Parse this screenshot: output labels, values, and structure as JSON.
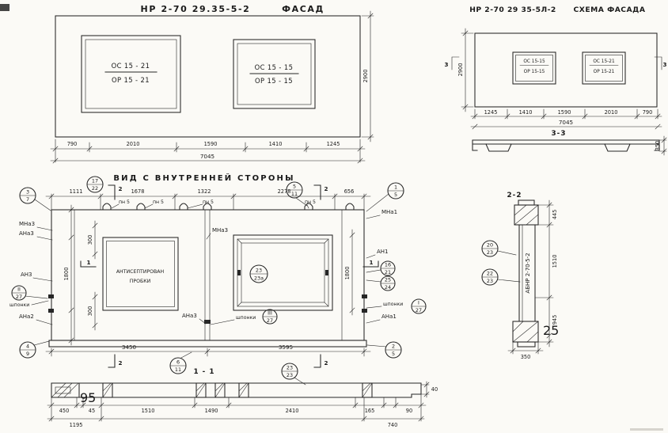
{
  "facade": {
    "code": "НР 2-70 29.35-5-2",
    "word": "ФАСАД",
    "winL1": "ОС 15 - 21",
    "winL2": "ОР 15 - 21",
    "winR1": "ОС 15 - 15",
    "winR2": "ОР 15 - 15",
    "height": "2900",
    "bottom": [
      "790",
      "2010",
      "1590",
      "1410",
      "1245"
    ],
    "total": "7045"
  },
  "scheme": {
    "code": "НР 2-70 29 35-5Л-2",
    "word": "СХЕМА ФАСАДА",
    "winL1": "ОС 15-15",
    "winL2": "ОР 15-15",
    "winR1": "ОС 15-21",
    "winR2": "ОР 15-21",
    "height": "2900",
    "bottom": [
      "1245",
      "1410",
      "1590",
      "2010",
      "790"
    ],
    "total": "7045",
    "marker": "3",
    "section_label": "3-3",
    "d350": "350"
  },
  "inner": {
    "title": "ВИД С ВНУТРЕННЕЙ СТОРОНЫ",
    "top": [
      "1111",
      "1678",
      "1322",
      "2278",
      "656"
    ],
    "bottom": [
      "3450",
      "3595"
    ],
    "d1800": "1800",
    "d300": "300",
    "plug1": "АНТИСЕПТИРОВАН",
    "plug2": "ПРОБКИ",
    "lbl": {
      "mna3": "МНа3",
      "ana3": "АНа3",
      "an3": "АН3",
      "ana2": "АНа2",
      "mna1": "МНа1",
      "an1": "АН1",
      "ana1": "АНа1",
      "shponki": "шпонки",
      "pn5": "пн 5"
    },
    "marker1": "1",
    "marker2": "2",
    "co": {
      "c17_22": {
        "t": "17",
        "b": "22"
      },
      "c3_7": {
        "t": "3",
        "b": "7"
      },
      "c5_11": {
        "t": "5",
        "b": "11"
      },
      "c1_5": {
        "t": "1",
        "b": "5"
      },
      "c23_23a": {
        "t": "23",
        "b": "23а"
      },
      "c16_21": {
        "t": "16",
        "b": "21"
      },
      "c25_24": {
        "t": "25",
        "b": "24"
      },
      "c4_9": {
        "t": "4",
        "b": "9"
      },
      "c2_5": {
        "t": "2",
        "b": "5"
      },
      "c6_11": {
        "t": "6",
        "b": "11"
      },
      "cII_27": {
        "t": "II",
        "b": "27"
      },
      "cIII_27": {
        "t": "III",
        "b": "27"
      },
      "cI_27": {
        "t": "I",
        "b": "27"
      }
    }
  },
  "s11": {
    "label": "1 - 1",
    "row1": [
      "450",
      "45",
      "1510",
      "1490",
      "2410",
      "165",
      "90"
    ],
    "d95": "95",
    "row2": [
      "1195",
      "740"
    ],
    "d40": "40",
    "co23_23": {
      "t": "23",
      "b": "23"
    }
  },
  "s22": {
    "label": "2-2",
    "d445": "445",
    "d1510": "1510",
    "d945": "945",
    "d25": "25",
    "d350": "350",
    "mark": "АБНР 2-70-5-2",
    "co20_23": {
      "t": "20",
      "b": "23"
    },
    "co22_23": {
      "t": "22",
      "b": "23"
    }
  }
}
